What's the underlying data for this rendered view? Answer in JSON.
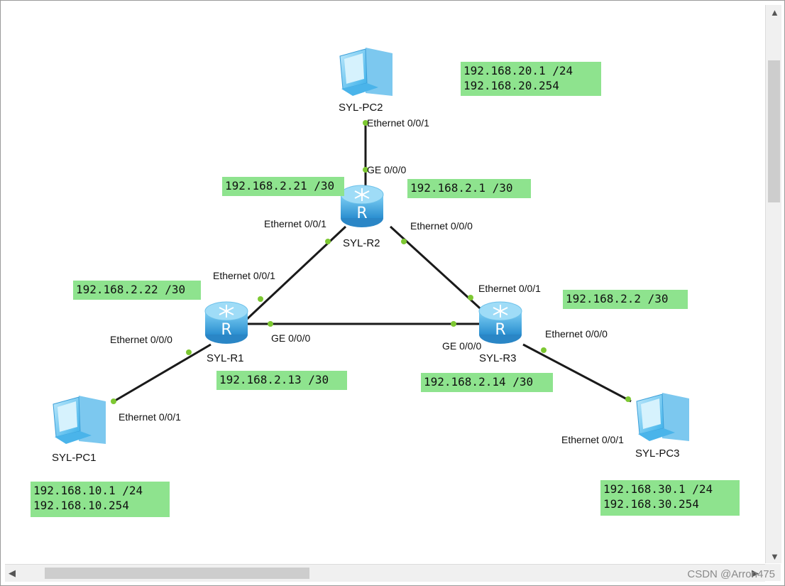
{
  "devices": {
    "pc2": "SYL-PC2",
    "pc1": "SYL-PC1",
    "pc3": "SYL-PC3",
    "r1": "SYL-R1",
    "r2": "SYL-R2",
    "r3": "SYL-R3"
  },
  "ports": {
    "pc2_eth": "Ethernet 0/0/1",
    "r2_ge": "GE 0/0/0",
    "r2_eth01": "Ethernet 0/0/1",
    "r2_eth00": "Ethernet 0/0/0",
    "r1_eth01": "Ethernet 0/0/1",
    "r1_eth00": "Ethernet 0/0/0",
    "r1_ge": "GE 0/0/0",
    "r3_eth01": "Ethernet 0/0/1",
    "r3_ge": "GE 0/0/0",
    "r3_eth00": "Ethernet 0/0/0",
    "pc1_eth": "Ethernet 0/0/1",
    "pc3_eth": "Ethernet 0/0/1"
  },
  "notes": {
    "pc2_addr": "192.168.20.1 /24\n192.168.20.254",
    "r2_left": "192.168.2.21 /30",
    "r2_right": "192.168.2.1 /30",
    "r1_top": "192.168.2.22 /30",
    "r3_top": "192.168.2.2 /30",
    "r1_bottom": "192.168.2.13 /30",
    "r3_bottom": "192.168.2.14 /30",
    "pc1_addr": "192.168.10.1 /24\n192.168.10.254",
    "pc3_addr": "192.168.30.1 /24\n192.168.30.254"
  },
  "colors": {
    "note_bg": "#8ee38e",
    "port_dot": "#7dc832",
    "router_blue": "#3fa9e0",
    "pc_blue": "#5ec2f0"
  },
  "icons": {
    "pc": "desktop-pc-icon",
    "router": "router-icon"
  },
  "watermark": "CSDN @Arron475"
}
